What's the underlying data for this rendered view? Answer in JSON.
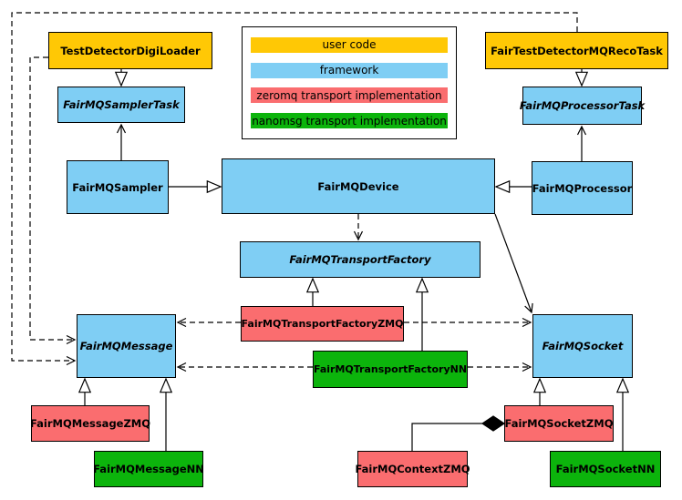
{
  "diagram": {
    "colors": {
      "user": "#FFC805",
      "framework": "#7FCEF4",
      "zeromq": "#FA6D6F",
      "nanomsg": "#0CB40C",
      "line": "#000000",
      "background": "#FFFFFF"
    },
    "legend": {
      "items": [
        {
          "label": "user code",
          "role": "user"
        },
        {
          "label": "framework",
          "role": "framework"
        },
        {
          "label": "zeromq transport implementation",
          "role": "zeromq"
        },
        {
          "label": "nanomsg transport implementation",
          "role": "nanomsg"
        }
      ]
    },
    "nodes": [
      {
        "id": "test-detector-digi-loader",
        "label": "TestDetectorDigiLoader",
        "role": "user",
        "abstract": false
      },
      {
        "id": "fair-test-detector-mq-reco-task",
        "label": "FairTestDetectorMQRecoTask",
        "role": "user",
        "abstract": false
      },
      {
        "id": "fairmq-sampler-task",
        "label": "FairMQSamplerTask",
        "role": "framework",
        "abstract": true
      },
      {
        "id": "fairmq-processor-task",
        "label": "FairMQProcessorTask",
        "role": "framework",
        "abstract": true
      },
      {
        "id": "fairmq-sampler",
        "label": "FairMQSampler",
        "role": "framework",
        "abstract": false
      },
      {
        "id": "fairmq-device",
        "label": "FairMQDevice",
        "role": "framework",
        "abstract": false
      },
      {
        "id": "fairmq-processor",
        "label": "FairMQProcessor",
        "role": "framework",
        "abstract": false
      },
      {
        "id": "fairmq-transport-factory",
        "label": "FairMQTransportFactory",
        "role": "framework",
        "abstract": true
      },
      {
        "id": "fairmq-transport-factory-zmq",
        "label": "FairMQTransportFactoryZMQ",
        "role": "zeromq",
        "abstract": false
      },
      {
        "id": "fairmq-transport-factory-nn",
        "label": "FairMQTransportFactoryNN",
        "role": "nanomsg",
        "abstract": false
      },
      {
        "id": "fairmq-message",
        "label": "FairMQMessage",
        "role": "framework",
        "abstract": true
      },
      {
        "id": "fairmq-socket",
        "label": "FairMQSocket",
        "role": "framework",
        "abstract": true
      },
      {
        "id": "fairmq-message-zmq",
        "label": "FairMQMessageZMQ",
        "role": "zeromq",
        "abstract": false
      },
      {
        "id": "fairmq-message-nn",
        "label": "FairMQMessageNN",
        "role": "nanomsg",
        "abstract": false
      },
      {
        "id": "fairmq-context-zmq",
        "label": "FairMQContextZMQ",
        "role": "zeromq",
        "abstract": false
      },
      {
        "id": "fairmq-socket-zmq",
        "label": "FairMQSocketZMQ",
        "role": "zeromq",
        "abstract": false
      },
      {
        "id": "fairmq-socket-nn",
        "label": "FairMQSocketNN",
        "role": "nanomsg",
        "abstract": false
      }
    ],
    "relations": [
      {
        "from": "TestDetectorDigiLoader",
        "to": "FairMQSamplerTask",
        "type": "inheritance"
      },
      {
        "from": "FairTestDetectorMQRecoTask",
        "to": "FairMQProcessorTask",
        "type": "inheritance"
      },
      {
        "from": "FairMQSampler",
        "to": "FairMQDevice",
        "type": "inheritance"
      },
      {
        "from": "FairMQProcessor",
        "to": "FairMQDevice",
        "type": "inheritance"
      },
      {
        "from": "FairMQSampler",
        "to": "FairMQSamplerTask",
        "type": "association"
      },
      {
        "from": "FairMQProcessor",
        "to": "FairMQProcessorTask",
        "type": "association"
      },
      {
        "from": "FairMQDevice",
        "to": "FairMQSocket",
        "type": "association"
      },
      {
        "from": "FairMQDevice",
        "to": "FairMQTransportFactory",
        "type": "dependency"
      },
      {
        "from": "FairMQTransportFactoryZMQ",
        "to": "FairMQTransportFactory",
        "type": "inheritance"
      },
      {
        "from": "FairMQTransportFactoryNN",
        "to": "FairMQTransportFactory",
        "type": "inheritance"
      },
      {
        "from": "FairMQTransportFactoryZMQ",
        "to": "FairMQMessage",
        "type": "dependency"
      },
      {
        "from": "FairMQTransportFactoryZMQ",
        "to": "FairMQSocket",
        "type": "dependency"
      },
      {
        "from": "FairMQTransportFactoryNN",
        "to": "FairMQMessage",
        "type": "dependency"
      },
      {
        "from": "FairMQTransportFactoryNN",
        "to": "FairMQSocket",
        "type": "dependency"
      },
      {
        "from": "TestDetectorDigiLoader",
        "to": "FairMQMessage",
        "type": "dependency"
      },
      {
        "from": "FairTestDetectorMQRecoTask",
        "to": "FairMQMessage",
        "type": "dependency"
      },
      {
        "from": "FairMQMessageZMQ",
        "to": "FairMQMessage",
        "type": "inheritance"
      },
      {
        "from": "FairMQMessageNN",
        "to": "FairMQMessage",
        "type": "inheritance"
      },
      {
        "from": "FairMQSocketZMQ",
        "to": "FairMQSocket",
        "type": "inheritance"
      },
      {
        "from": "FairMQSocketNN",
        "to": "FairMQSocket",
        "type": "inheritance"
      },
      {
        "from": "FairMQSocketZMQ",
        "to": "FairMQContextZMQ",
        "type": "composition"
      }
    ]
  }
}
